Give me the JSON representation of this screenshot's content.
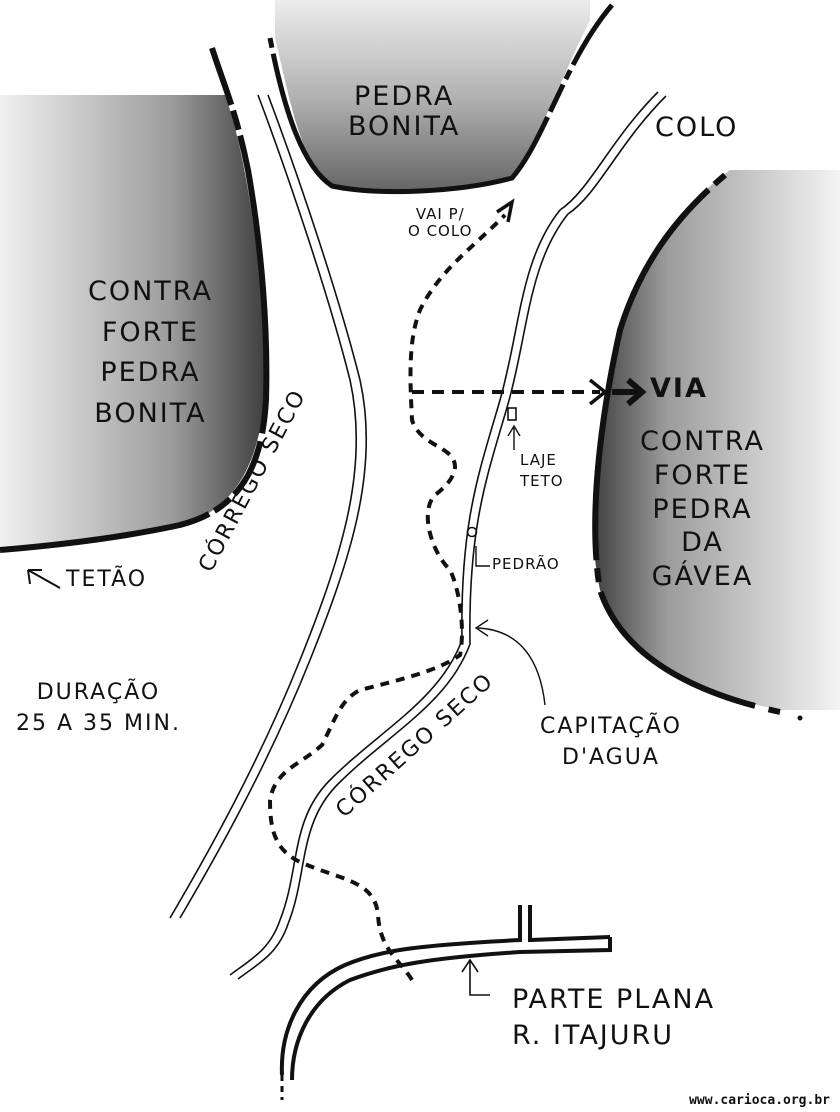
{
  "labels": {
    "pedra_bonita": "PEDRA\nBONITA",
    "colo": "COLO",
    "contra_forte_pedra_bonita": "CONTRA\nFORTE\nPEDRA\nBONITA",
    "vai_colo": "VAI P/\nO COLO",
    "via": "VIA",
    "laje_teto": "LAJE\nTETO",
    "contra_forte_pedra_da_gavea": "CONTRA\nFORTE\nPEDRA\nDA\nGÁVEA",
    "pedrao": "PEDRÃO",
    "tetao": "TETÃO",
    "corrego_seco_upper": "CÓRREGO SECO",
    "corrego_seco_lower": "CÓRREGO SECO",
    "duracao": "DURAÇÃO\n25 A 35 MIN.",
    "capitacao": "CAPITAÇÃO\nD'AGUA",
    "parte_plana": "PARTE PLANA\nR. ITAJURU"
  },
  "credit": "www.carioca.org.br",
  "colors": {
    "ink": "#111111",
    "rock_dark": "#2a2a2a",
    "rock_light": "#d8d8d8"
  }
}
